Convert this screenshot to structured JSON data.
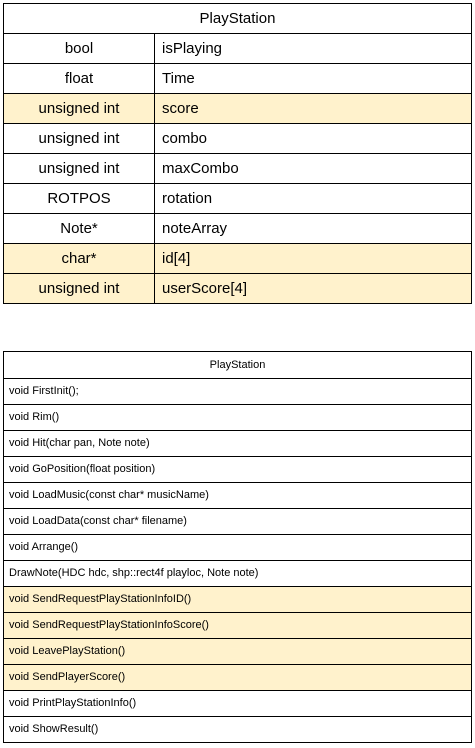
{
  "fields_table": {
    "title": "PlayStation",
    "rows": [
      {
        "type": "bool",
        "name": "isPlaying",
        "highlight": false
      },
      {
        "type": "float",
        "name": "Time",
        "highlight": false
      },
      {
        "type": "unsigned int",
        "name": "score",
        "highlight": true
      },
      {
        "type": "unsigned int",
        "name": "combo",
        "highlight": false
      },
      {
        "type": "unsigned int",
        "name": "maxCombo",
        "highlight": false
      },
      {
        "type": "ROTPOS",
        "name": "rotation",
        "highlight": false
      },
      {
        "type": "Note*",
        "name": "noteArray",
        "highlight": false
      },
      {
        "type": "char*",
        "name": "id[4]",
        "highlight": true
      },
      {
        "type": "unsigned int",
        "name": "userScore[4]",
        "highlight": true
      }
    ]
  },
  "methods_table": {
    "title": "PlayStation",
    "rows": [
      {
        "text": "void FirstInit();",
        "highlight": false
      },
      {
        "text": "void Rim()",
        "highlight": false
      },
      {
        "text": "void Hit(char pan, Note note)",
        "highlight": false
      },
      {
        "text": "void GoPosition(float position)",
        "highlight": false
      },
      {
        "text": "void LoadMusic(const char* musicName)",
        "highlight": false
      },
      {
        "text": "void LoadData(const char* filename)",
        "highlight": false
      },
      {
        "text": "void Arrange()",
        "highlight": false
      },
      {
        "text": "DrawNote(HDC hdc, shp::rect4f playloc, Note note)",
        "highlight": false
      },
      {
        "text": "void SendRequestPlayStationInfoID()",
        "highlight": true
      },
      {
        "text": "void SendRequestPlayStationInfoScore()",
        "highlight": true
      },
      {
        "text": "void LeavePlayStation()",
        "highlight": true
      },
      {
        "text": "void SendPlayerScore()",
        "highlight": true
      },
      {
        "text": "void PrintPlayStationInfo()",
        "highlight": false
      },
      {
        "text": "void ShowResult()",
        "highlight": false
      }
    ]
  },
  "colors": {
    "highlight": "#fff2cc",
    "border": "#000000",
    "background": "#ffffff"
  }
}
